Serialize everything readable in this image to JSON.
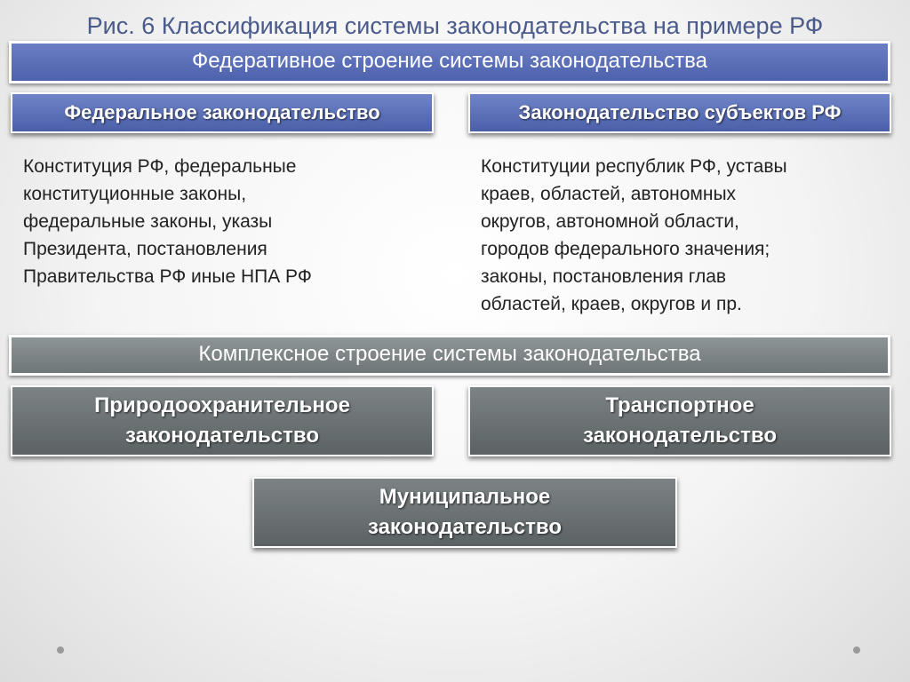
{
  "title": "Рис. 6 Классификация системы законодательства на примере РФ",
  "federal_structure": {
    "header": "Федеративное строение системы законодательства",
    "left": {
      "label": "Федеральное законодательство",
      "lines": [
        "Конституция РФ, федеральные",
        "конституционные законы,",
        "федеральные законы, указы",
        "Президента, постановления",
        "Правительства РФ иные НПА РФ"
      ]
    },
    "right": {
      "label": "Законодательство субъектов РФ",
      "lines": [
        "Конституции республик РФ, уставы",
        "краев, областей, автономных",
        "округов, автономной области,",
        "городов федерального значения;",
        "законы, постановления глав",
        "областей, краев, округов и пр."
      ]
    }
  },
  "complex_structure": {
    "header": "Комплексное строение системы законодательства",
    "items": [
      "Природоохранительное\nзаконодательство",
      "Транспортное\nзаконодательство",
      "Муниципальное\nзаконодательство"
    ]
  }
}
